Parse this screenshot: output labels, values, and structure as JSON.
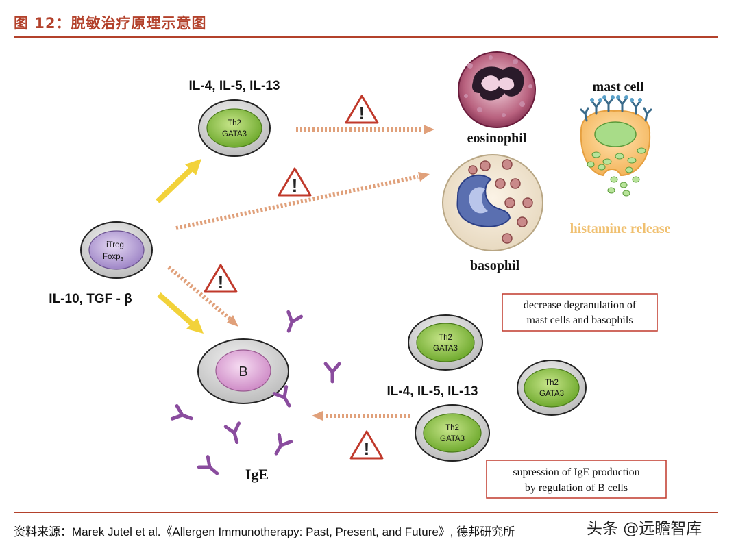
{
  "header": {
    "title": "图 12：脱敏治疗原理示意图"
  },
  "diagram": {
    "th2_cytokines_top": "IL-4, IL-5, IL-13",
    "th2_cytokines_bottom": "IL-4, IL-5, IL-13",
    "itreg_cytokines": "IL-10, TGF - β",
    "th2_line1": "Th2",
    "th2_line2": "GATA3",
    "itreg_line1": "iTreg",
    "itreg_line2": "Foxp",
    "itreg_sub": "3",
    "b_cell": "B",
    "eosinophil": "eosinophil",
    "basophil": "basophil",
    "mast_cell": "mast cell",
    "histamine": "histamine release",
    "ige": "IgE",
    "box_top_line1": "decrease degranulation of",
    "box_top_line2": "mast cells and basophils",
    "box_bottom_line1": "supression of IgE production",
    "box_bottom_line2": "by regulation of B cells",
    "warning_symbol": "!"
  },
  "footer": {
    "source_prefix": "资料来源：",
    "source_text": "Marek Jutel et al.《Allergen Immunotherapy: Past, Present, and Future》,",
    "source_suffix": "德邦研究所",
    "watermark": "头条 @远瞻智库"
  },
  "colors": {
    "title": "#b3412b",
    "th2_green": "#8bc34a",
    "itreg_purple": "#b9a2d8",
    "bcell_pink": "#e0a8d8",
    "antibody_purple": "#8a4c9e",
    "arrow_yellow": "#f2d23a",
    "arrow_dotted": "#e0a07a",
    "warning_red": "#c0392b",
    "histamine_text": "#f0c070",
    "box_border": "#c0392b"
  },
  "icons": [
    "warning-triangle-icon",
    "antibody-y-icon",
    "arrow-icon"
  ]
}
